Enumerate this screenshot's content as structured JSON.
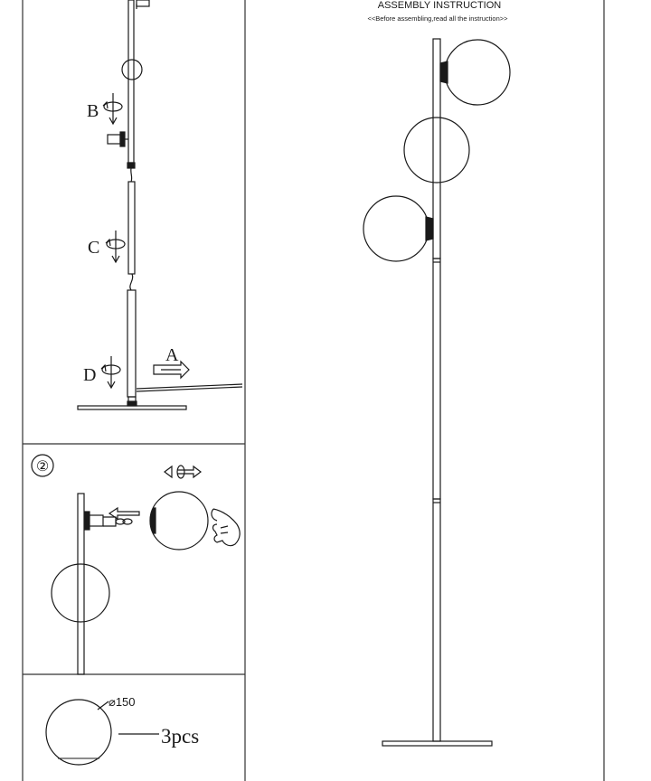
{
  "header": {
    "title": "ASSEMBLY INSTRUCTION",
    "subtitle": "<<Before assembling,read all the instruction>>"
  },
  "step1": {
    "label_a": "A",
    "label_b": "B",
    "label_c": "C",
    "label_d": "D"
  },
  "step2": {
    "number": "②"
  },
  "parts": {
    "diameter": "⌀150",
    "quantity": "3pcs"
  },
  "colors": {
    "line": "#1a1a1a",
    "background": "#ffffff"
  }
}
